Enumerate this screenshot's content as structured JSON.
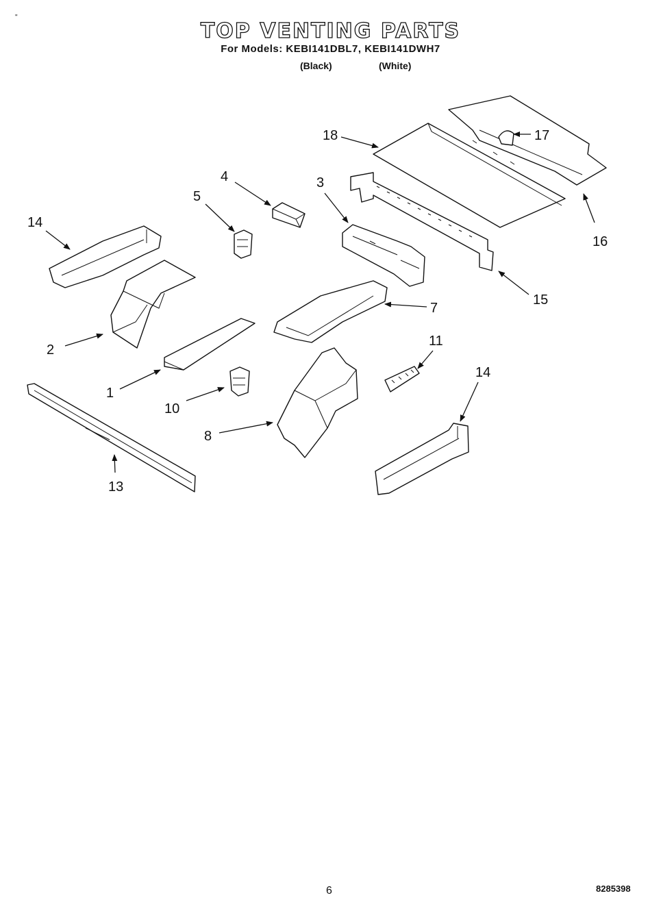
{
  "header": {
    "title": "TOP VENTING PARTS",
    "models_line": "For Models: KEBI141DBL7, KEBI141DWH7",
    "color_black": "(Black)",
    "color_white": "(White)"
  },
  "callouts": [
    "18",
    "17",
    "4",
    "3",
    "5",
    "14",
    "16",
    "15",
    "7",
    "2",
    "11",
    "14",
    "1",
    "10",
    "8",
    "13"
  ],
  "footer": {
    "page_number": "6",
    "doc_code": "8285398"
  }
}
